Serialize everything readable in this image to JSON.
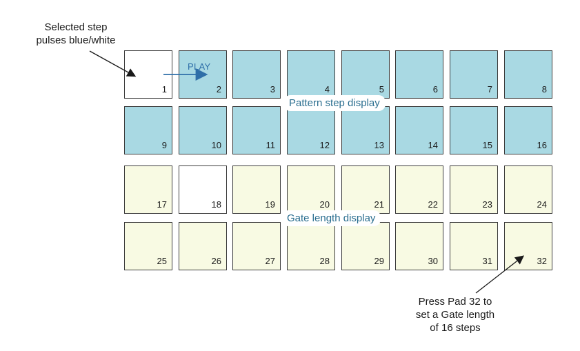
{
  "callouts": {
    "selected_step": [
      "Selected step",
      "pulses blue/white"
    ],
    "press_pad": [
      "Press Pad 32 to",
      "set a Gate length",
      "of 16 steps"
    ]
  },
  "labels": {
    "play": "PLAY",
    "pattern_display": "Pattern step display",
    "gate_display": "Gate length display"
  },
  "pads": [
    {
      "n": "1",
      "state": "white"
    },
    {
      "n": "2",
      "state": "blue"
    },
    {
      "n": "3",
      "state": "blue"
    },
    {
      "n": "4",
      "state": "blue"
    },
    {
      "n": "5",
      "state": "blue"
    },
    {
      "n": "6",
      "state": "blue"
    },
    {
      "n": "7",
      "state": "blue"
    },
    {
      "n": "8",
      "state": "blue"
    },
    {
      "n": "9",
      "state": "blue"
    },
    {
      "n": "10",
      "state": "blue"
    },
    {
      "n": "11",
      "state": "blue"
    },
    {
      "n": "12",
      "state": "blue"
    },
    {
      "n": "13",
      "state": "blue"
    },
    {
      "n": "14",
      "state": "blue"
    },
    {
      "n": "15",
      "state": "blue"
    },
    {
      "n": "16",
      "state": "blue"
    },
    {
      "n": "17",
      "state": "cream"
    },
    {
      "n": "18",
      "state": "white"
    },
    {
      "n": "19",
      "state": "cream"
    },
    {
      "n": "20",
      "state": "cream"
    },
    {
      "n": "21",
      "state": "cream"
    },
    {
      "n": "22",
      "state": "cream"
    },
    {
      "n": "23",
      "state": "cream"
    },
    {
      "n": "24",
      "state": "cream"
    },
    {
      "n": "25",
      "state": "cream"
    },
    {
      "n": "26",
      "state": "cream"
    },
    {
      "n": "27",
      "state": "cream"
    },
    {
      "n": "28",
      "state": "cream"
    },
    {
      "n": "29",
      "state": "cream"
    },
    {
      "n": "30",
      "state": "cream"
    },
    {
      "n": "31",
      "state": "cream"
    },
    {
      "n": "32",
      "state": "cream"
    }
  ],
  "colors": {
    "pattern_step": "#a9d9e3",
    "gate_length": "#f8fae3",
    "selected": "#ffffff",
    "play_arrow": "#2f6fa8",
    "section_label": "#2a6e8f"
  }
}
